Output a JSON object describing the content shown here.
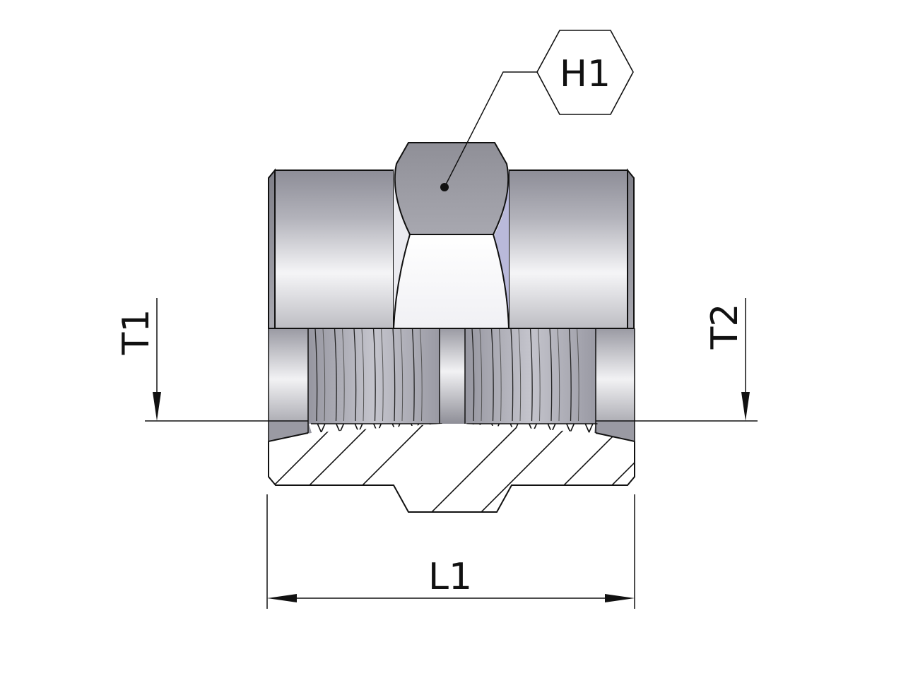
{
  "labels": {
    "hex": "H1",
    "thread_left": "T1",
    "thread_right": "T2",
    "length": "L1"
  },
  "colors": {
    "metal_dark": "#8f8f99",
    "metal_mid": "#b4b4bc",
    "metal_light": "#f4f4f6",
    "metal_blue": "#b8b8d8",
    "line": "#111111"
  }
}
